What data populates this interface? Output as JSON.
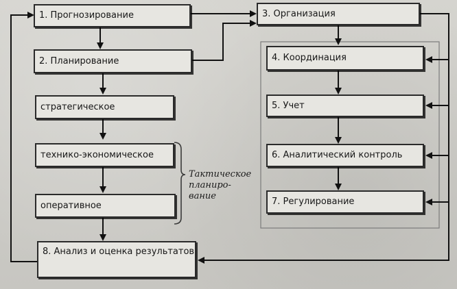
{
  "diagram": {
    "boxes": {
      "prognoz": "1. Прогнозирование",
      "plan": "2. Планирование",
      "strateg": "стратегическое",
      "tech": "технико-экономическое",
      "oper": "оперативное",
      "analysis": "8. Анализ и оценка результатов",
      "org": "3. Организация",
      "coord": "4. Координация",
      "uchet": "5. Учет",
      "anal_control": "6. Аналитический контроль",
      "regul": "7. Регулирование"
    },
    "bracket_label": "Тактическое планиро-вание"
  }
}
